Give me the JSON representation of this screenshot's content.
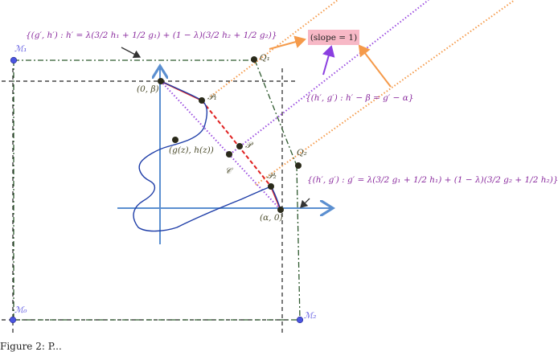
{
  "figure": {
    "labels": {
      "set_top": "{(g′, h′) : h′ = λ(3/2 h₁ + 1/2 g₁) + (1 − λ)(3/2 h₂ + 1/2 g₂)}",
      "set_diag": "{(h′, g′) : h′ − β = g′ − α}",
      "set_right": "{(h′, g′) : g′ = λ(3/2 g₁ + 1/2 h₁) + (1 − λ)(3/2 g₂ + 1/2 h₂)}",
      "slope": "(slope = 1)",
      "point_0beta": "(0, β)",
      "point_alpha0": "(α, 0)",
      "point_gz_hz": "(g(z), h(z))",
      "P1": "𝒫₁",
      "P2": "𝒫₂",
      "P": "𝒫",
      "C": "𝒞",
      "Q1": "Q₁",
      "Q2": "Q₂",
      "M0": "ℳ₀",
      "M1": "ℳ₁",
      "M2": "ℳ₂"
    },
    "colors": {
      "axis": "#5b8fd0",
      "curve": "#1f3ea8",
      "red_path": "#e02020",
      "orange_dotted": "#f59a4a",
      "purple_dotted": "#9b4de0",
      "green_dashdot": "#2f5a2f",
      "black_dashed": "#222222",
      "label_purple": "#8a2b9e",
      "m_points": "#4a55e0",
      "slope_box_bg": "#f7b8c6"
    }
  },
  "caption": "Figure 2: P..."
}
